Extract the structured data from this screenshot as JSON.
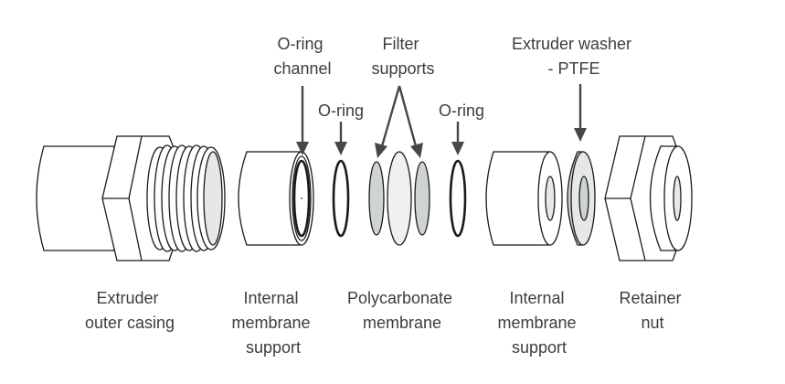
{
  "figure": {
    "title": "Extruder assembly exploded view",
    "colors": {
      "text": "#3d3d3d",
      "arrow": "#474747",
      "outline": "#1a1a1a",
      "light_fill": "#e6e8e8",
      "filter_support_fill": "#d0d3d3",
      "membrane_fill": "#f0f0f0"
    }
  },
  "callouts": {
    "oring_channel": [
      "O-ring",
      "channel"
    ],
    "filter_supports": [
      "Filter",
      "supports"
    ],
    "oring_left": [
      "O-ring"
    ],
    "oring_right": [
      "O-ring"
    ],
    "extruder_washer": [
      "Extruder washer",
      "- PTFE"
    ]
  },
  "components": [
    {
      "id": "extruder-outer-casing",
      "label": [
        "Extruder",
        "outer casing"
      ]
    },
    {
      "id": "internal-membrane-support-left",
      "label": [
        "Internal",
        "membrane",
        "support"
      ]
    },
    {
      "id": "polycarbonate-membrane",
      "label": [
        "Polycarbonate",
        "membrane"
      ]
    },
    {
      "id": "internal-membrane-support-right",
      "label": [
        "Internal",
        "membrane",
        "support"
      ]
    },
    {
      "id": "retainer-nut",
      "label": [
        "Retainer",
        "nut"
      ]
    }
  ]
}
